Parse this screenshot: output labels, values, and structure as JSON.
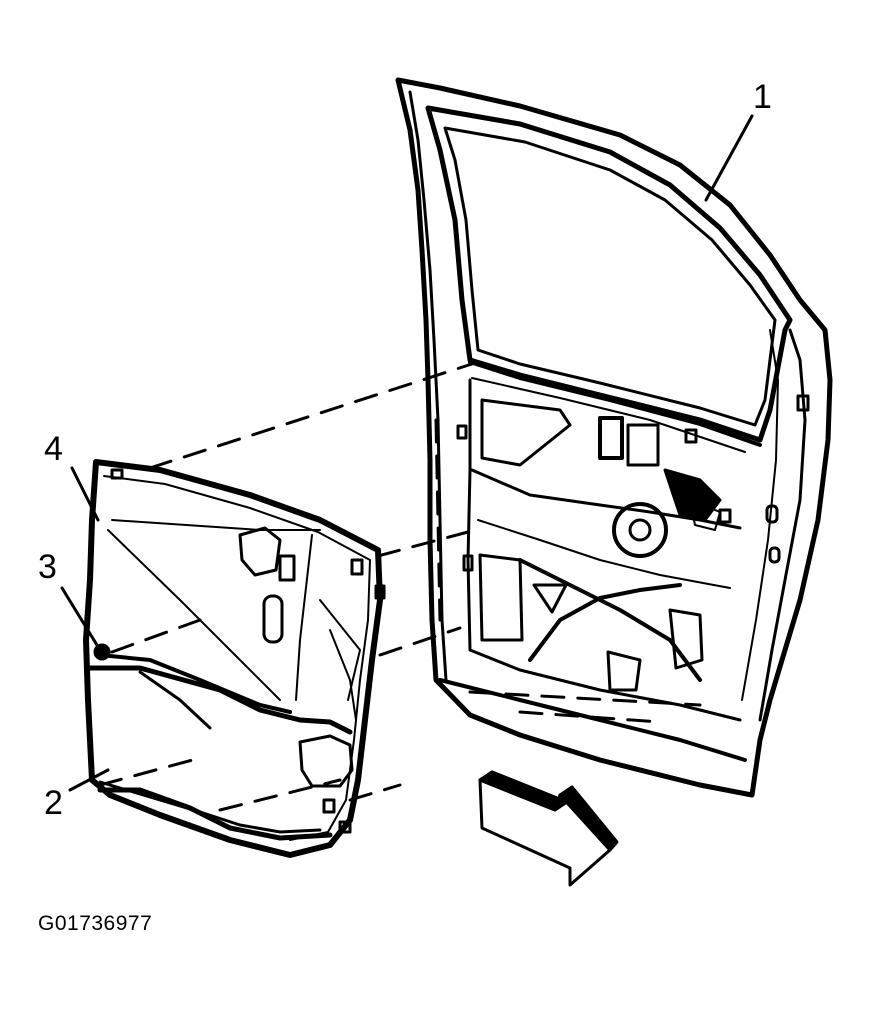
{
  "callouts": {
    "c1": "1",
    "c2": "2",
    "c3": "3",
    "c4": "4"
  },
  "figure_id": "G01736977",
  "colors": {
    "ink": "#000000",
    "paper": "#ffffff"
  }
}
